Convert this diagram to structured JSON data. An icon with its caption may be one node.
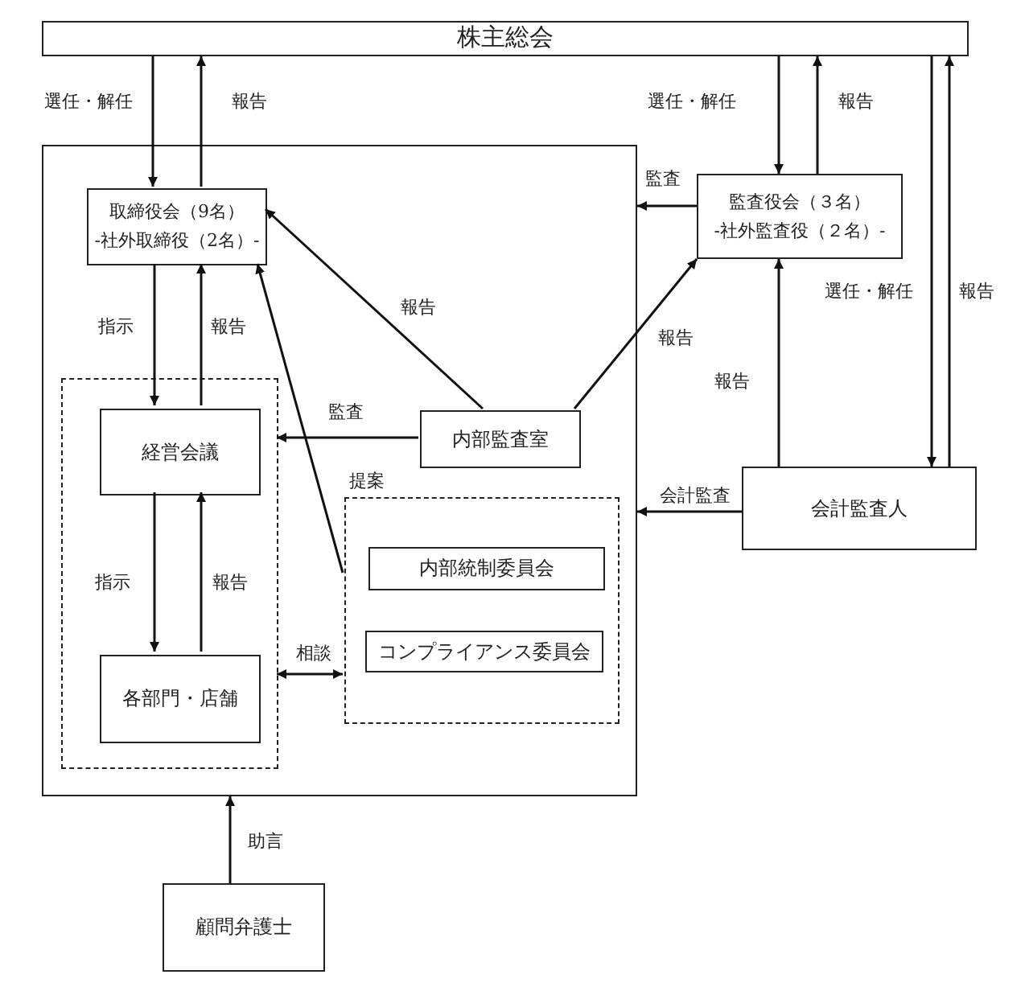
{
  "diagram": {
    "nodes": [
      {
        "text": [
          "株主総会"
        ]
      },
      {
        "text": [],
        "shape": "box"
      },
      {
        "text": [
          "取締役会（9名）",
          "-社外取締役（2名）-"
        ],
        "in": 1
      },
      {
        "text": [],
        "shape": "box",
        "in": 1
      },
      {
        "text": [
          "経営会議"
        ],
        "in": 3
      },
      {
        "text": [
          "各部門・店舗"
        ],
        "in": 3
      },
      {
        "text": [
          "内部監査室"
        ],
        "in": 1
      },
      {
        "text": [],
        "shape": "box",
        "in": 1
      },
      {
        "text": [
          "内部統制委員会"
        ],
        "in": 7
      },
      {
        "text": [
          "コンプライアンス委員会"
        ],
        "in": 7
      },
      {
        "text": [
          "監査役会（３名）",
          "-社外監査役（２名）-"
        ]
      },
      {
        "text": [
          "会計監査人"
        ]
      },
      {
        "text": [
          "顧問弁護士"
        ]
      }
    ],
    "edges": [
      {
        "from": 0,
        "to": 2,
        "arrow": "to",
        "label": "選任・解任"
      },
      {
        "from": 2,
        "to": 0,
        "arrow": "to",
        "label": "報告"
      },
      {
        "from": 0,
        "to": 10,
        "arrow": "to",
        "label": "選任・解任"
      },
      {
        "from": 10,
        "to": 0,
        "arrow": "to",
        "label": "報告"
      },
      {
        "from": 0,
        "to": 11,
        "arrow": "to",
        "label": "選任・解任"
      },
      {
        "from": 11,
        "to": 0,
        "arrow": "to",
        "label": "報告"
      },
      {
        "from": 10,
        "to": 1,
        "arrow": "to",
        "label": "監査"
      },
      {
        "from": 6,
        "to": 2,
        "arrow": "to",
        "label": "報告"
      },
      {
        "from": 6,
        "to": 10,
        "arrow": "to",
        "label": "報告"
      },
      {
        "from": 11,
        "to": 10,
        "arrow": "to",
        "label": "報告"
      },
      {
        "from": 11,
        "to": 1,
        "arrow": "to",
        "label": "会計監査"
      },
      {
        "from": 6,
        "to": 3,
        "arrow": "to",
        "label": "監査"
      },
      {
        "from": 2,
        "to": 4,
        "arrow": "to",
        "label": "指示"
      },
      {
        "from": 4,
        "to": 2,
        "arrow": "to",
        "label": "報告"
      },
      {
        "from": 4,
        "to": 5,
        "arrow": "to",
        "label": "指示"
      },
      {
        "from": 5,
        "to": 4,
        "arrow": "to",
        "label": "報告"
      },
      {
        "from": 7,
        "to": 2,
        "arrow": "to",
        "label": "提案"
      },
      {
        "from": 3,
        "to": 7,
        "arrow": "both",
        "label": "相談"
      },
      {
        "from": 12,
        "to": 1,
        "arrow": "to",
        "label": "助言"
      }
    ]
  }
}
